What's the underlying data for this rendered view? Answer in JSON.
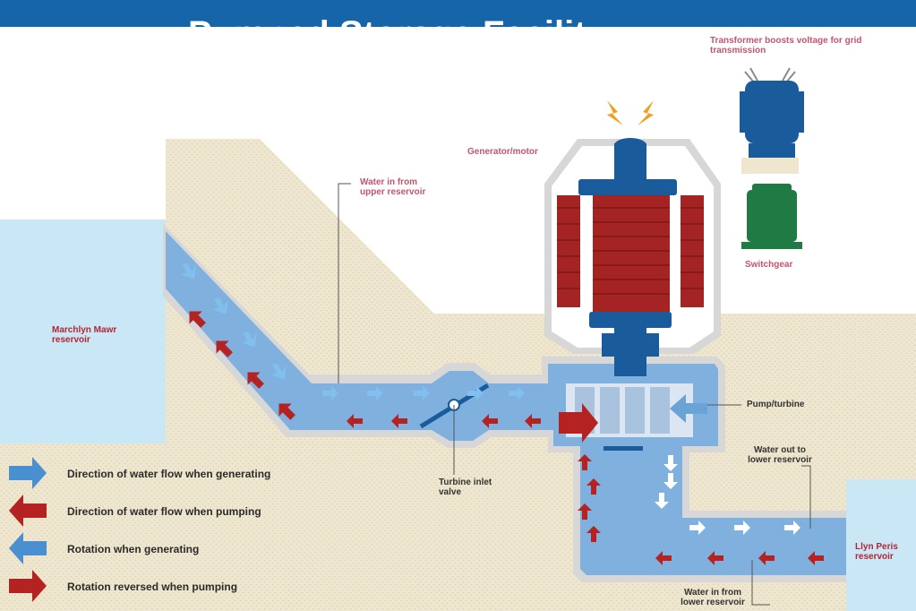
{
  "title": "Pumped Storage Facility",
  "labels": {
    "transformer": "Transformer boosts voltage for grid transmission",
    "generator": "Generator/motor",
    "water_in_upper": "Water in from upper reservoir",
    "marchlyn": "Marchlyn Mawr reservoir",
    "switchgear": "Switchgear",
    "pump_turbine": "Pump/turbine",
    "water_out_lower": "Water out to lower reservoir",
    "turbine_valve": "Turbine inlet valve",
    "llyn_peris": "Llyn Peris reservoir",
    "water_in_lower": "Water in from lower reservoir"
  },
  "legend": [
    {
      "icon": "blue-arrow-right-icon",
      "text": "Direction of water flow when generating"
    },
    {
      "icon": "red-arrow-left-icon",
      "text": "Direction of water flow when pumping"
    },
    {
      "icon": "blue-rotation-arrow-icon",
      "text": "Rotation when generating"
    },
    {
      "icon": "red-rotation-arrow-icon",
      "text": "Rotation reversed when pumping"
    }
  ],
  "colors": {
    "header": "#1565a8",
    "water": "#7fb0de",
    "water_light": "#c9e7f4",
    "rock": "#efe6cf",
    "machine_blue": "#1a5c9b",
    "generator_red": "#a42323",
    "switchgear_green": "#1f7a44",
    "label_red": "#b52535",
    "label_pink": "#c2556e"
  }
}
